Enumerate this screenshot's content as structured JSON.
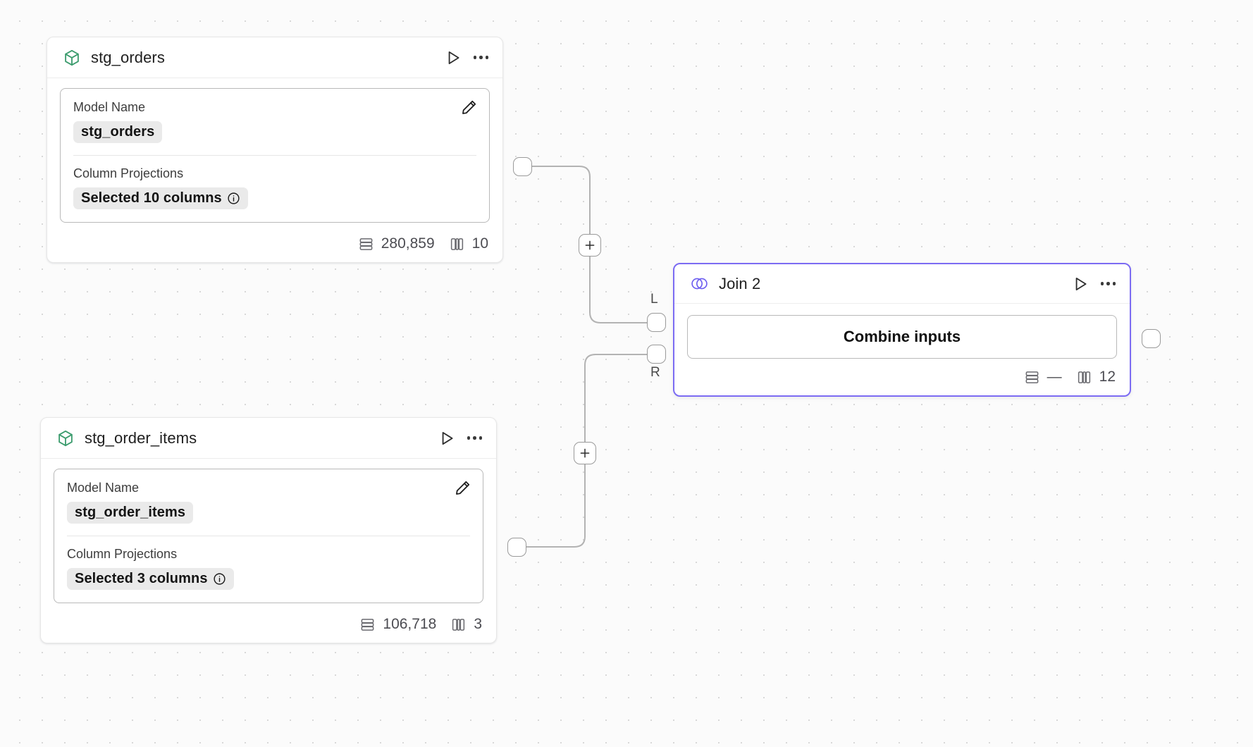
{
  "canvas": {
    "background_color": "#fbfbfb",
    "grid_dot_color": "#d8d8d8",
    "accent_color": "#7c6cf3",
    "model_icon_color": "#3c9c6e"
  },
  "nodes": [
    {
      "id": "stg_orders",
      "title": "stg_orders",
      "icon": "cube-icon",
      "type": "model",
      "fields": [
        {
          "label": "Model Name",
          "value": "stg_orders",
          "has_info": false
        },
        {
          "label": "Column Projections",
          "value": "Selected 10 columns",
          "has_info": true
        }
      ],
      "stats": {
        "rows": "280,859",
        "columns": "10"
      }
    },
    {
      "id": "stg_order_items",
      "title": "stg_order_items",
      "icon": "cube-icon",
      "type": "model",
      "fields": [
        {
          "label": "Model Name",
          "value": "stg_order_items",
          "has_info": false
        },
        {
          "label": "Column Projections",
          "value": "Selected 3 columns",
          "has_info": true
        }
      ],
      "stats": {
        "rows": "106,718",
        "columns": "3"
      }
    },
    {
      "id": "join_2",
      "title": "Join 2",
      "icon": "venn-join-icon",
      "type": "join",
      "selected": true,
      "action_label": "Combine inputs",
      "stats": {
        "rows": "—",
        "columns": "12"
      },
      "input_ports": [
        {
          "id": "L",
          "label": "L"
        },
        {
          "id": "R",
          "label": "R"
        }
      ]
    }
  ],
  "edges": [
    {
      "from": "stg_orders",
      "to": "join_2",
      "to_port": "L",
      "add_label": "+"
    },
    {
      "from": "stg_order_items",
      "to": "join_2",
      "to_port": "R",
      "add_label": "+"
    }
  ],
  "icons": {
    "run": "play-icon",
    "more": "more-options-icon",
    "edit": "pencil-icon",
    "info": "info-icon",
    "rows": "rows-icon",
    "columns": "columns-icon",
    "add": "plus-icon"
  }
}
